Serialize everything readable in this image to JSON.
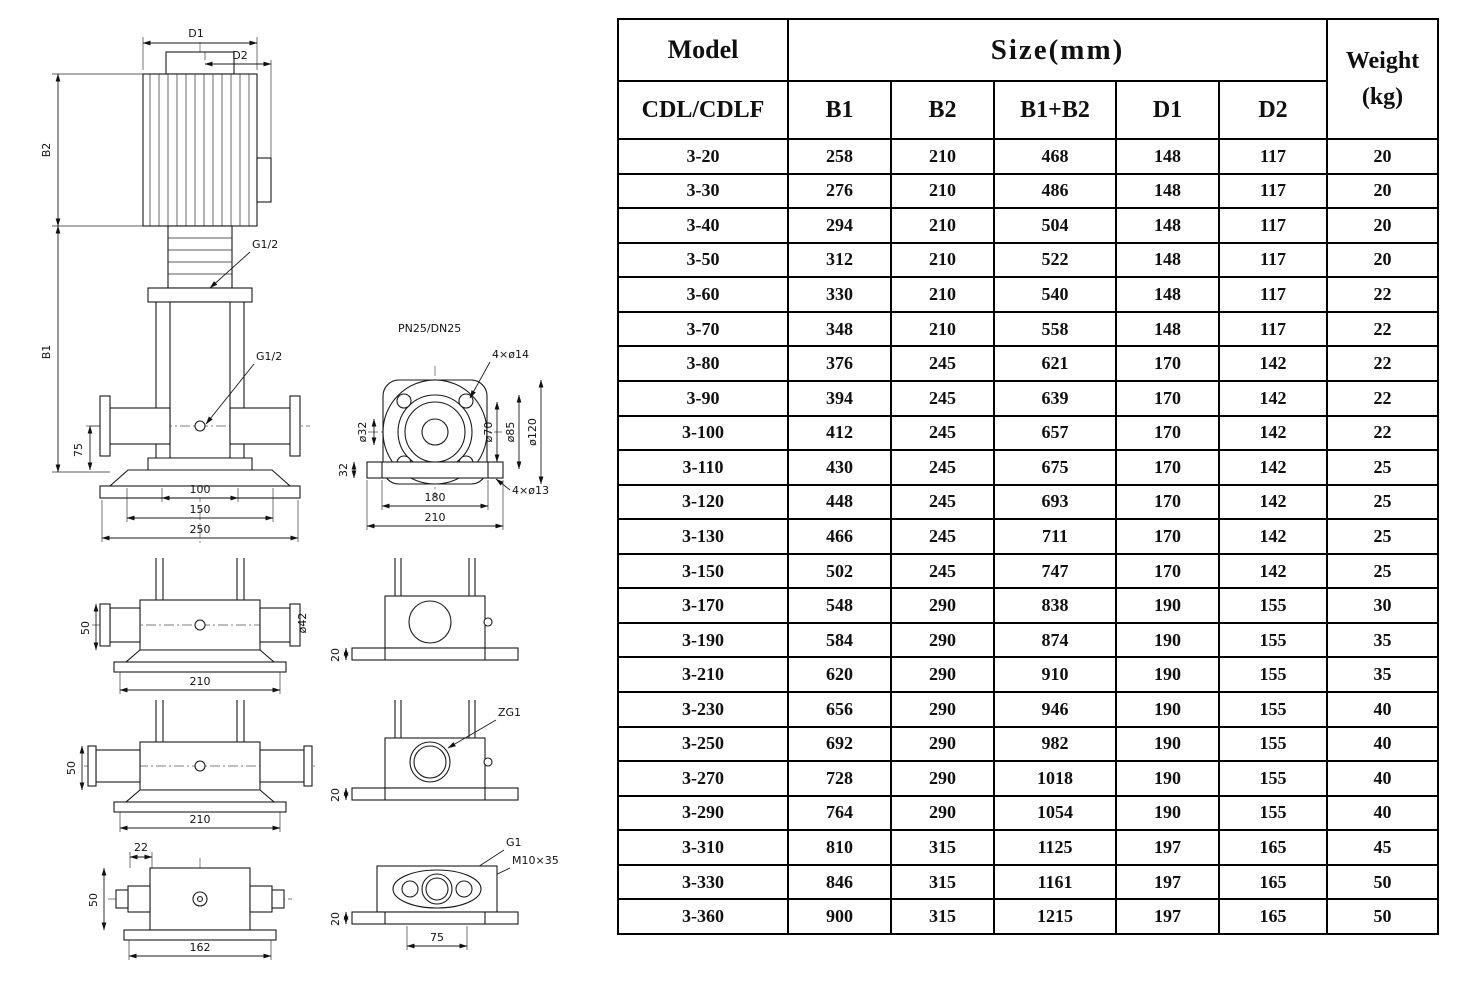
{
  "drawing": {
    "labels": {
      "d1": "D1",
      "d2": "D2",
      "b2": "B2",
      "b1": "B1",
      "g12_top": "G1/2",
      "g12_mid": "G1/2",
      "dim75": "75",
      "dim100": "100",
      "dim150": "150",
      "dim250": "250",
      "pn": "PN25/DN25",
      "bolt_top": "4×ø14",
      "o32": "ø32",
      "o70": "ø70",
      "o85": "ø85",
      "o120": "ø120",
      "dim32": "32",
      "dim180": "180",
      "dim210_flange": "210",
      "bolt_bot": "4×ø13",
      "dim50_a": "50",
      "o42": "ø42",
      "dim210_a": "210",
      "dim20_a": "20",
      "dim50_b": "50",
      "dim210_b": "210",
      "zg1": "ZG1",
      "dim20_b": "20",
      "dim22": "22",
      "dim50_c": "50",
      "dim162": "162",
      "g1": "G1",
      "m10": "M10×35",
      "dim20_c": "20",
      "dim75_b": "75"
    }
  },
  "table": {
    "header": {
      "model": "Model",
      "model_series": "CDL/CDLF",
      "size": "Size(mm)",
      "weight": "Weight",
      "weight_unit": "(kg)",
      "cols": [
        "B1",
        "B2",
        "B1+B2",
        "D1",
        "D2"
      ]
    },
    "rows": [
      [
        "3-20",
        "258",
        "210",
        "468",
        "148",
        "117",
        "20"
      ],
      [
        "3-30",
        "276",
        "210",
        "486",
        "148",
        "117",
        "20"
      ],
      [
        "3-40",
        "294",
        "210",
        "504",
        "148",
        "117",
        "20"
      ],
      [
        "3-50",
        "312",
        "210",
        "522",
        "148",
        "117",
        "20"
      ],
      [
        "3-60",
        "330",
        "210",
        "540",
        "148",
        "117",
        "22"
      ],
      [
        "3-70",
        "348",
        "210",
        "558",
        "148",
        "117",
        "22"
      ],
      [
        "3-80",
        "376",
        "245",
        "621",
        "170",
        "142",
        "22"
      ],
      [
        "3-90",
        "394",
        "245",
        "639",
        "170",
        "142",
        "22"
      ],
      [
        "3-100",
        "412",
        "245",
        "657",
        "170",
        "142",
        "22"
      ],
      [
        "3-110",
        "430",
        "245",
        "675",
        "170",
        "142",
        "25"
      ],
      [
        "3-120",
        "448",
        "245",
        "693",
        "170",
        "142",
        "25"
      ],
      [
        "3-130",
        "466",
        "245",
        "711",
        "170",
        "142",
        "25"
      ],
      [
        "3-150",
        "502",
        "245",
        "747",
        "170",
        "142",
        "25"
      ],
      [
        "3-170",
        "548",
        "290",
        "838",
        "190",
        "155",
        "30"
      ],
      [
        "3-190",
        "584",
        "290",
        "874",
        "190",
        "155",
        "35"
      ],
      [
        "3-210",
        "620",
        "290",
        "910",
        "190",
        "155",
        "35"
      ],
      [
        "3-230",
        "656",
        "290",
        "946",
        "190",
        "155",
        "40"
      ],
      [
        "3-250",
        "692",
        "290",
        "982",
        "190",
        "155",
        "40"
      ],
      [
        "3-270",
        "728",
        "290",
        "1018",
        "190",
        "155",
        "40"
      ],
      [
        "3-290",
        "764",
        "290",
        "1054",
        "190",
        "155",
        "40"
      ],
      [
        "3-310",
        "810",
        "315",
        "1125",
        "197",
        "165",
        "45"
      ],
      [
        "3-330",
        "846",
        "315",
        "1161",
        "197",
        "165",
        "50"
      ],
      [
        "3-360",
        "900",
        "315",
        "1215",
        "197",
        "165",
        "50"
      ]
    ]
  }
}
